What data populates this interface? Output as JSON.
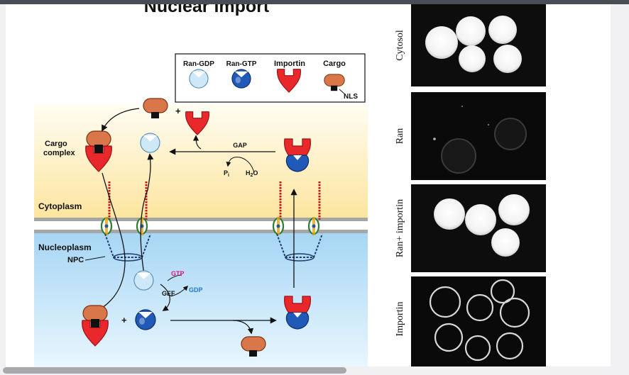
{
  "title": "Nuclear import",
  "legend": {
    "ran_gdp": "Ran-GDP",
    "ran_gtp": "Ran-GTP",
    "importin": "Importin",
    "cargo": "Cargo",
    "nls": "NLS"
  },
  "labels": {
    "cargo_complex_1": "Cargo",
    "cargo_complex_2": "complex",
    "cytoplasm": "Cytoplasm",
    "nucleoplasm": "Nucleoplasm",
    "npc": "NPC",
    "gap": "GAP",
    "pi": "P",
    "pi_sub": "i",
    "h2o": "H",
    "h2o_sub": "2",
    "h2o_end": "O",
    "gef": "GEF",
    "gtp": "GTP",
    "gdp": "GDP",
    "plus_1": "+",
    "plus_2": "+"
  },
  "panels": [
    "Cytosol",
    "Ran",
    "Ran+ importin",
    "Importin"
  ],
  "colors": {
    "cytoplasm_top": "#fffdf3",
    "cytoplasm_bottom": "#fde9a8",
    "nucleoplasm_top": "#a9d8f5",
    "nucleoplasm_bottom": "#e3f3fd",
    "importin": "#e8282b",
    "ran_gdp": "#cfe8f7",
    "ran_gtp": "#2059b8",
    "cargo": "#d9764a",
    "gtp_text": "#e0157b",
    "gdp_text": "#1f7bd0"
  }
}
